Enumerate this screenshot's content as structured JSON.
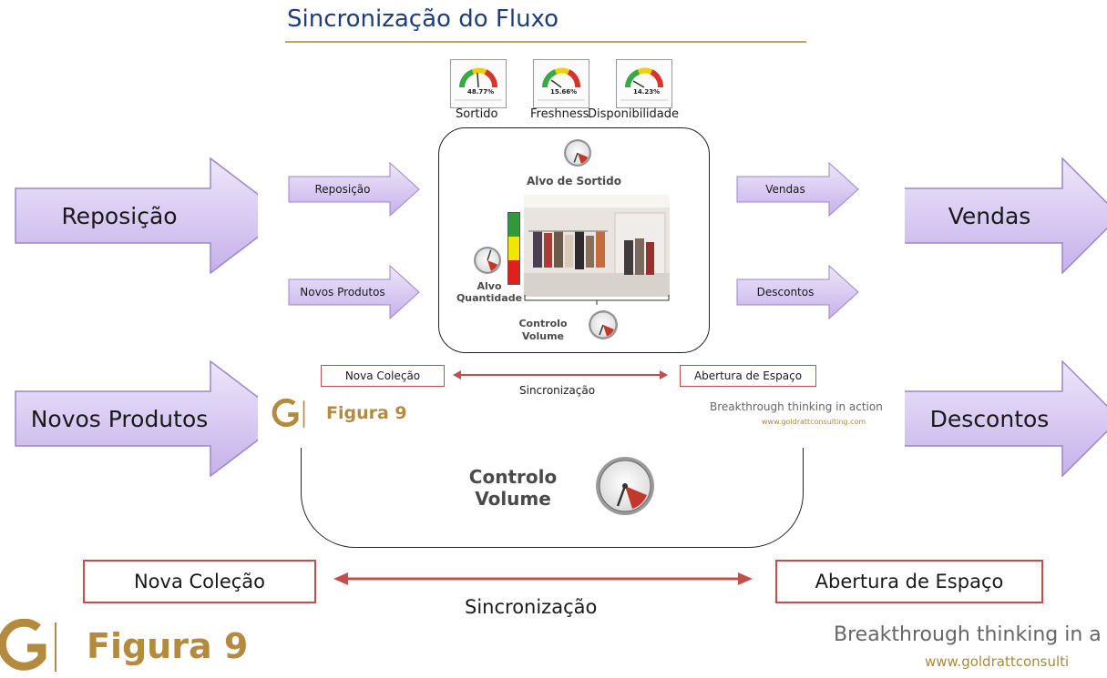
{
  "title": "Sincronização do Fluxo",
  "big_arrows": {
    "left_top": "Reposição",
    "left_bottom": "Novos Produtos",
    "right_top": "Vendas",
    "right_bottom": "Descontos"
  },
  "small_arrows": {
    "left_top": "Reposição",
    "left_bottom": "Novos Produtos",
    "right_top": "Vendas",
    "right_bottom": "Descontos"
  },
  "mini_gauges": [
    {
      "caption": "Sortido",
      "value": "48.77%"
    },
    {
      "caption": "Freshness",
      "value": "15.66%"
    },
    {
      "caption": "Disponibilidade",
      "value": "14.23%"
    }
  ],
  "center": {
    "alvo_sortido": "Alvo de Sortido",
    "alvo_quantidade_1": "Alvo",
    "alvo_quantidade_2": "Quantidade",
    "controlo_volume_1": "Controlo",
    "controlo_volume_2": "Volume"
  },
  "inner_sync": {
    "left": "Nova Coleção",
    "right": "Abertura de Espaço",
    "label": "Sincronização"
  },
  "inner_branding": {
    "figura": "Figura 9",
    "tagline": "Breakthrough thinking in action",
    "url": "www.goldrattconsulting.com"
  },
  "big_center": {
    "controlo_volume_1": "Controlo",
    "controlo_volume_2": "Volume"
  },
  "bottom_sync": {
    "left": "Nova Coleção",
    "right": "Abertura de Espaço",
    "label": "Sincronização"
  },
  "bottom_branding": {
    "figura": "Figura 9",
    "tagline": "Breakthrough thinking in a",
    "url": "www.goldrattconsulti"
  },
  "colors": {
    "arrow_fill_top": "#ece4fa",
    "arrow_fill_bottom": "#c8b4ec",
    "arrow_stroke": "#9a86c8",
    "sync_red": "#c0504d",
    "title_blue": "#1f3d7a",
    "gold": "#b38a3e"
  }
}
